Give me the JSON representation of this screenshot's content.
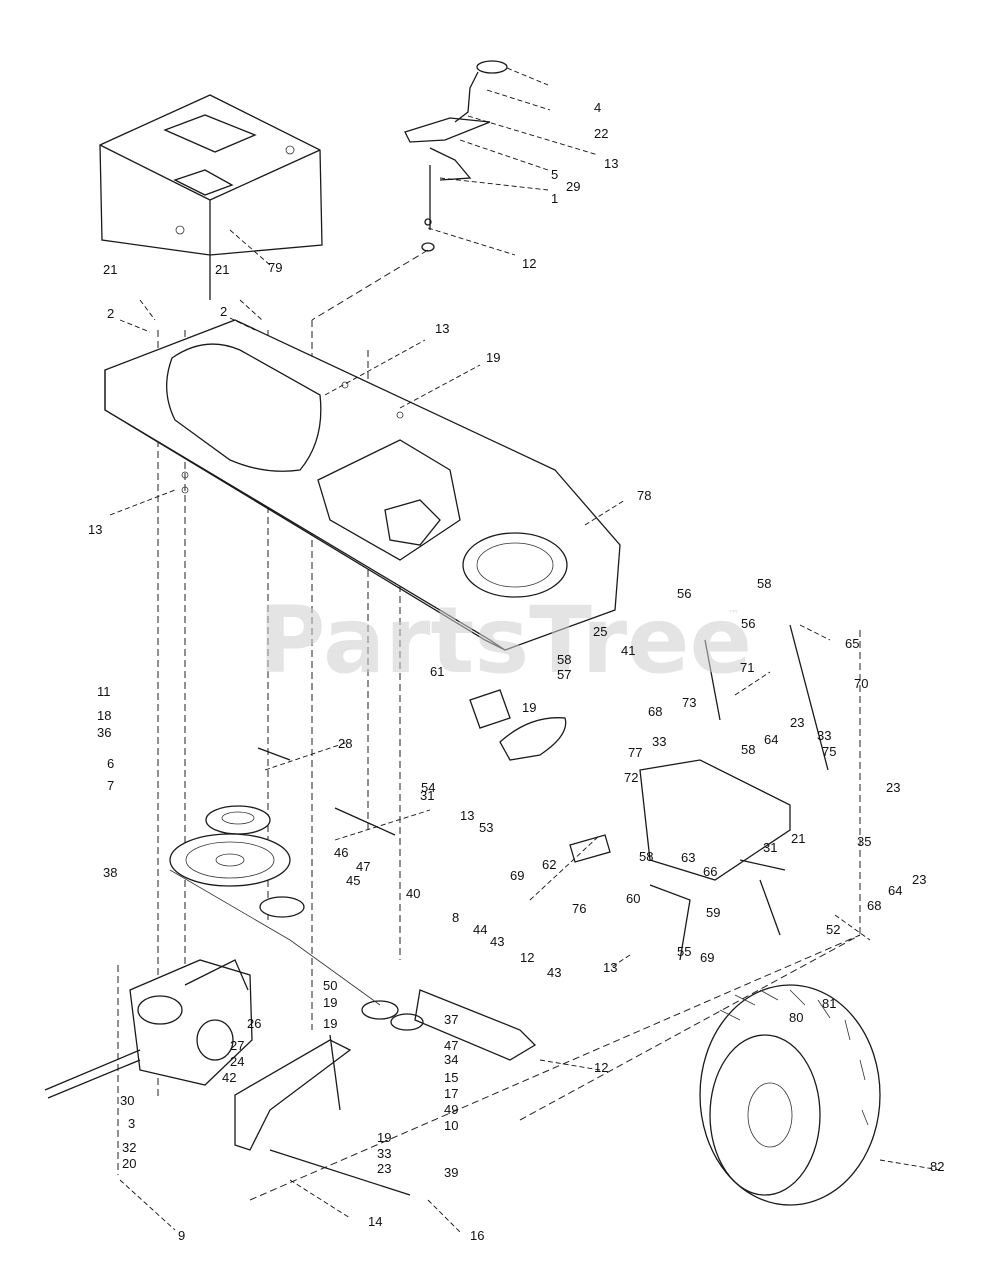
{
  "watermark": {
    "text": "PartsTree",
    "trademark": "™"
  },
  "callouts": [
    "4",
    "22",
    "13",
    "5",
    "29",
    "1",
    "79",
    "12",
    "21",
    "21",
    "2",
    "2",
    "13",
    "19",
    "13",
    "78",
    "56",
    "58",
    "65",
    "25",
    "41",
    "56",
    "58",
    "70",
    "57",
    "71",
    "61",
    "73",
    "68",
    "23",
    "19",
    "64",
    "58",
    "33",
    "33",
    "11",
    "28",
    "18",
    "36",
    "31",
    "75",
    "6",
    "77",
    "54",
    "72",
    "23",
    "7",
    "13",
    "53",
    "35",
    "46",
    "63",
    "58",
    "31",
    "21",
    "47",
    "69",
    "62",
    "66",
    "64",
    "68",
    "45",
    "59",
    "23",
    "76",
    "60",
    "38",
    "40",
    "52",
    "8",
    "44",
    "43",
    "55",
    "69",
    "12",
    "13",
    "43",
    "50",
    "19",
    "37",
    "19",
    "26",
    "47",
    "12",
    "27",
    "34",
    "24",
    "15",
    "42",
    "17",
    "30",
    "49",
    "3",
    "19",
    "10",
    "32",
    "33",
    "20",
    "23",
    "39",
    "81",
    "80",
    "82",
    "9",
    "14",
    "16"
  ]
}
